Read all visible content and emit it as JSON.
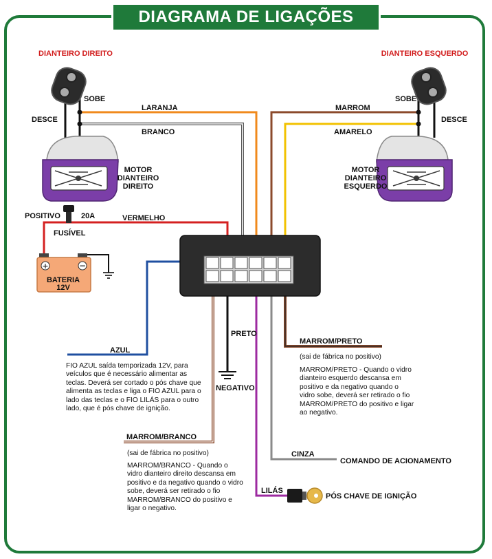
{
  "title": "DIAGRAMA DE LIGAÇÕES",
  "labels": {
    "front_right": "DIANTEIRO DIREITO",
    "front_left": "DIANTEIRO ESQUERDO",
    "sobe_right": "SOBE",
    "desce_right": "DESCE",
    "sobe_left": "SOBE",
    "desce_left": "DESCE",
    "laranja": "LARANJA",
    "branco": "BRANCO",
    "marrom": "MARROM",
    "amarelo": "AMARELO",
    "motor_right": [
      "MOTOR",
      "DIANTEIRO",
      "DIREITO"
    ],
    "motor_left": [
      "MOTOR",
      "DIANTEIRO",
      "ESQUERDO"
    ],
    "positivo": "POSITIVO",
    "fuse_amp": "20A",
    "fusivel": "FUSÍVEL",
    "vermelho": "VERMELHO",
    "bateria": "BATERIA",
    "bateria_volts": "12V",
    "azul": "AZUL",
    "preto": "PRETO",
    "negativo": "NEGATIVO",
    "marrom_preto": "MARROM/PRETO",
    "marrom_branco": "MARROM/BRANCO",
    "cinza": "CINZA",
    "comando": "COMANDO DE ACIONAMENTO",
    "lilas": "LILÁS",
    "pos_chave": "PÓS CHAVE DE IGNIÇÃO"
  },
  "notes": {
    "azul_note": "FIO AZUL saída temporizada 12V, para veículos que é necessário alimentar as teclas. Deverá ser cortado o pós chave que alimenta as teclas e liga o FIO AZUL para o lado das teclas e o FIO LILÁS para o outro lado, que é pós chave de ignição.",
    "marrom_preto_sub": "(sai de fábrica no positivo)",
    "marrom_preto_note": "MARROM/PRETO - Quando o vidro dianteiro esquerdo descansa em positivo e da negativo quando o vidro sobe, deverá ser retirado o fio MARROM/PRETO do positivo e ligar ao negativo.",
    "marrom_branco_sub": "(sai de fábrica no positivo)",
    "marrom_branco_note": "MARROM/BRANCO - Quando o vidro dianteiro direito descansa em positivo e da negativo quando o vidro sobe, deverá ser retirado o fio MARROM/BRANCO do positivo e ligar o negativo."
  },
  "colors": {
    "frame_green": "#1f7a3a",
    "orange": "#f08a1c",
    "brown": "#8b4a2b",
    "yellow": "#f2c200",
    "red": "#d42020",
    "blue": "#1f4fa0",
    "purple": "#9c2aa0",
    "gray": "#8a8a8a",
    "black": "#111111",
    "battery": "#f5a877",
    "door_purple": "#7b3ea8",
    "key_gold": "#e6b84a"
  }
}
